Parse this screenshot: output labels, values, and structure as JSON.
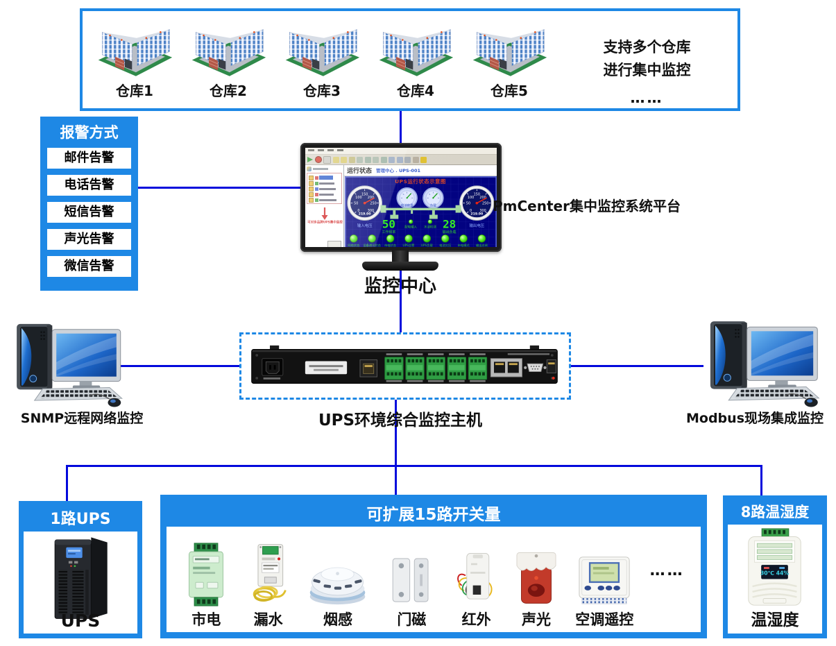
{
  "colors": {
    "panel_blue": "#1e88e5",
    "line_blue": "#0309dc"
  },
  "top_box": {
    "warehouses": [
      {
        "label": "仓库1"
      },
      {
        "label": "仓库2"
      },
      {
        "label": "仓库3"
      },
      {
        "label": "仓库4"
      },
      {
        "label": "仓库5"
      }
    ],
    "note_line1": "支持多个仓库",
    "note_line2": "进行集中监控",
    "ellipsis": "……"
  },
  "alarm_box": {
    "title": "报警方式",
    "items": [
      {
        "label": "邮件告警"
      },
      {
        "label": "电话告警"
      },
      {
        "label": "短信告警"
      },
      {
        "label": "声光告警"
      },
      {
        "label": "微信告警"
      }
    ]
  },
  "monitor": {
    "caption": "监控中心",
    "platform_caption": "PmCenter集中监控系统平台",
    "screen": {
      "status_title": "运行状态",
      "status_subtitle": "管理中心 . UPS-001",
      "dashboard_title": "UPS运行状态示意图",
      "tree_note": "可对多品牌UPS集中监控",
      "gauge_scale": [
        "0",
        "50",
        "100",
        "150",
        "200",
        "250",
        "300"
      ],
      "gauge_value": "219.00",
      "left_gauge_label": "输入电压",
      "right_gauge_label": "输出电压",
      "small_gauges": [
        {
          "label": "电池容量"
        },
        {
          "label": "负载"
        }
      ],
      "digitals": [
        {
          "value": "50",
          "label": "工作频率"
        },
        {
          "value": "28",
          "label": "输出负载"
        }
      ],
      "mid_lights": [
        {
          "label": "配电输入"
        },
        {
          "label": "水浸检测"
        }
      ],
      "status_lights": [
        {
          "label": "网络状态"
        },
        {
          "label": "设备通讯状态"
        },
        {
          "label": "市电状态"
        },
        {
          "label": "UPS告警"
        },
        {
          "label": "UPS负载"
        },
        {
          "label": "电池欠压"
        },
        {
          "label": "市电模式"
        },
        {
          "label": "输出总闸"
        }
      ]
    }
  },
  "host": {
    "caption": "UPS环境综合监控主机"
  },
  "computers": {
    "left_caption": "SNMP远程网络监控",
    "right_caption": "Modbus现场集成监控"
  },
  "ups_box": {
    "title": "1路UPS",
    "device_label": "UPS"
  },
  "switch_box": {
    "title": "可扩展15路开关量",
    "devices": [
      {
        "label": "市电"
      },
      {
        "label": "漏水"
      },
      {
        "label": "烟感"
      },
      {
        "label": "门磁"
      },
      {
        "label": "红外"
      },
      {
        "label": "声光"
      },
      {
        "label": "空调遥控"
      }
    ],
    "ellipsis": "……"
  },
  "temp_box": {
    "title": "8路温湿度",
    "device_label": "温湿度",
    "display_value": "30℃ 44%"
  }
}
